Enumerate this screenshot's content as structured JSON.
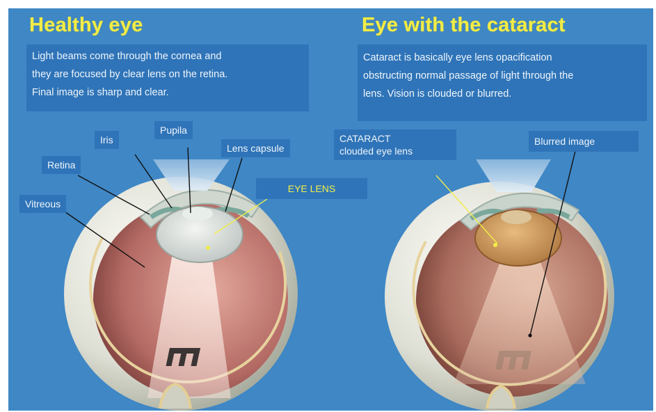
{
  "healthy": {
    "title": "Healthy eye",
    "description": "Light beams come through the cornea and\nthey are focused by clear lens on the retina.\nFinal image is sharp and clear.",
    "labels": {
      "iris": "Iris",
      "pupila": "Pupila",
      "lens_capsule": "Lens capsule",
      "retina": "Retina",
      "eye_lens": "EYE LENS",
      "vitreous": "Vitreous"
    }
  },
  "cataract": {
    "title": "Eye with the cataract",
    "description": "Cataract is basically eye lens opacification\nobstructing normal passage of light through the\nlens. Vision is clouded or blurred.",
    "labels": {
      "cataract": "CATARACT\nclouded eye lens",
      "blurred_image": "Blurred image"
    }
  },
  "colors": {
    "background": "#3f87c5",
    "label_box": "#2f74b8",
    "title": "#f2ec48",
    "eye_lens_label": "#f3ee4a"
  }
}
